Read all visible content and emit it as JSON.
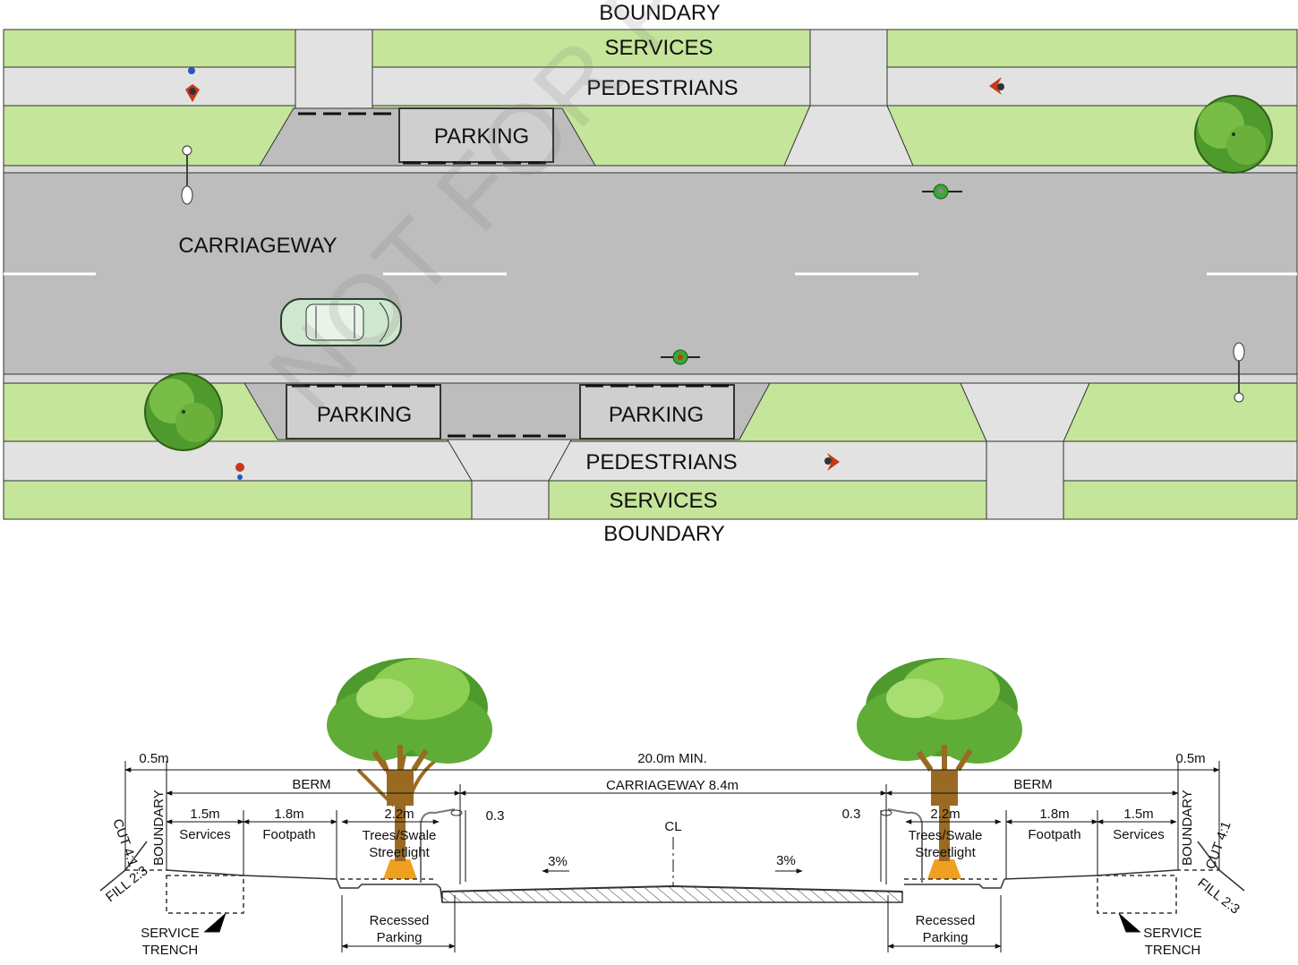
{
  "plan": {
    "boundary_top": "BOUNDARY",
    "services_top": "SERVICES",
    "pedestrians_top": "PEDESTRIANS",
    "parking_top": "PARKING",
    "carriageway": "CARRIAGEWAY",
    "parking_bottom_left": "PARKING",
    "parking_bottom_right": "PARKING",
    "pedestrians_bottom": "PEDESTRIANS",
    "services_bottom": "SERVICES",
    "boundary_bottom": "BOUNDARY"
  },
  "section": {
    "overall_width": "20.0m MIN.",
    "offset_left": "0.5m",
    "offset_right": "0.5m",
    "berm_left": "BERM",
    "berm_right": "BERM",
    "carriageway_width": "CARRIAGEWAY 8.4m",
    "services_width_left": "1.5m",
    "services_label_left": "Services",
    "footpath_width_left": "1.8m",
    "footpath_label_left": "Footpath",
    "trees_width_left": "2.2m",
    "trees_label_left": "Trees/Swale",
    "streetlight_left": "Streetlight",
    "kerb_left": "0.3",
    "kerb_right": "0.3",
    "centreline": "CL",
    "fall_left": "3%",
    "fall_right": "3%",
    "trees_width_right": "2.2m",
    "trees_label_right": "Trees/Swale",
    "streetlight_right": "Streetlight",
    "footpath_width_right": "1.8m",
    "footpath_label_right": "Footpath",
    "services_width_right": "1.5m",
    "services_label_right": "Services",
    "boundary_left": "BOUNDARY",
    "boundary_right": "BOUNDARY",
    "cut_left": "CUT 4:1",
    "fill_left": "FILL 2:3",
    "cut_right": "CUT 4:1",
    "fill_right": "FILL 2:3",
    "recessed_left_1": "Recessed",
    "recessed_left_2": "Parking",
    "recessed_right_1": "Recessed",
    "recessed_right_2": "Parking",
    "trench_left_1": "SERVICE",
    "trench_left_2": "TRENCH",
    "trench_right_1": "SERVICE",
    "trench_right_2": "TRENCH"
  },
  "watermark": "NOT FOR PRINTING",
  "colors": {
    "grass": "#c4e59a",
    "paving": "#e2e2e2",
    "road": "#bdbdbd",
    "parking": "#cfcfcf",
    "tree_dark": "#4f9a2c",
    "tree_light": "#8ccf52"
  }
}
